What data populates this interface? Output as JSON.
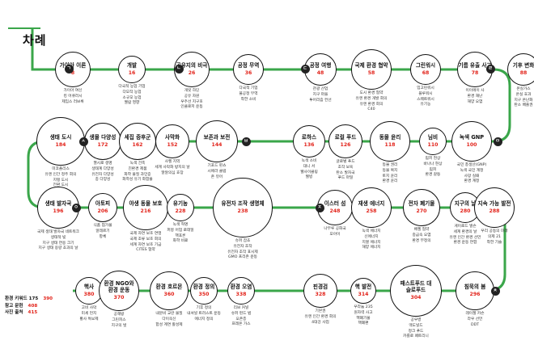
{
  "page_title": "차례",
  "colors": {
    "line": "#3aa64a",
    "page": "#e2231a",
    "badge": "#222222"
  },
  "badges": [
    {
      "label": "ㄱ"
    },
    {
      "label": "ㄴ"
    },
    {
      "label": "ㄷ"
    },
    {
      "label": "ㄹ"
    },
    {
      "label": "ㅁ"
    },
    {
      "label": "ㅂ"
    },
    {
      "label": "ㅅ"
    },
    {
      "label": "ㅇ"
    },
    {
      "label": "ㅈ"
    },
    {
      "label": "ㅊ"
    }
  ],
  "topics": [
    {
      "title": "가이아 이론",
      "page": "8",
      "subs": "가이아 여신\n킹 어큐러시\n제임스 러브록"
    },
    {
      "title": "개발",
      "page": "16",
      "subs": "다국적 농업 기업\n다모작 농업\n소규모 농업\n멜람 영향"
    },
    {
      "title": "공유지의 비극",
      "page": "26",
      "subs": "개릿 하딘\n공유 자원\n우주선 지구호\n인클로저 운동"
    },
    {
      "title": "공정 무역",
      "page": "36",
      "subs": "다국적 기업\n불공정 무역\n착한 소비"
    },
    {
      "title": "공정 여행",
      "page": "48",
      "subs": "관광 산업\n지구 마을\n투어리즘 컨선"
    },
    {
      "title": "국제 환경 협약",
      "page": "58",
      "subs": "도시 환경 협약\n유엔 환경 개발 회의\n유엔 환경 회의\nC40"
    },
    {
      "title": "그린워시",
      "page": "68",
      "subs": "입고린워시\n블루워시\n스웨트워시\n유기농"
    },
    {
      "title": "기름 유출 사고",
      "page": "78",
      "subs": "이이에이 사\n환경 재난\n해양 오염"
    },
    {
      "title": "기후 변화",
      "page": "88",
      "subs": "온실가스\n온실 효과\n지구 온난화\n탄소 배출권"
    },
    {
      "title": "생태 도시",
      "page": "184",
      "subs": "미코폴리스\n유엔 인간 정주 회의\n지탱 도시\n전환 도시"
    },
    {
      "title": "생물 다양성",
      "page": "172",
      "subs": "멸시로 생명\n생태계 다양성\n유전자 다양성\n종 다양성"
    },
    {
      "title": "세집 증후군",
      "page": "162",
      "subs": "녹색 건축\n친환경 제품\n화학 물질 과민증\n화학성 유기 화합물"
    },
    {
      "title": "사막화",
      "page": "152",
      "subs": "사헬 지역\n세계 사막화 방지의 날\n말알의심 효장"
    },
    {
      "title": "보존과 보전",
      "page": "144",
      "subs": "기포드 핀쇼\n시에라 클럽\n존 뮤어"
    },
    {
      "title": "로하스",
      "page": "136",
      "subs": "녹색 소비\n대니 서\n웰사이클링\n웰빙"
    },
    {
      "title": "로컬 푸드",
      "page": "126",
      "subs": "글로벌 푸드\n조작 보육\n탄소 발자국\n푸드 마일"
    },
    {
      "title": "동물 윤리",
      "page": "118",
      "subs": "동물 권리\n동물 복지\n토지 윤리\n환경 윤리"
    },
    {
      "title": "님비",
      "page": "110",
      "subs": "핌피 현상\n바나나 현상\n핌피\n환경 갈등"
    },
    {
      "title": "녹색 GNP",
      "page": "100",
      "subs": "국민 총생산(GNP)\n녹색 국민 계정\n사망 실패\n환경 계정"
    },
    {
      "title": "생태 발자국",
      "page": "196",
      "subs": "국제 생태 발자국 네트워크\n생태적 빚\n지구 생태 연용 크기\n지구 생태 용량 초과의 날"
    },
    {
      "title": "아토피",
      "page": "206",
      "subs": "식품 첨가물\n알레르기\n항체"
    },
    {
      "title": "야생 동물 보호",
      "page": "216",
      "subs": "국제 자연 보호 연맹\n국제 조류 보호 회의\n세계 자연 보호 기금\nCITES 협약"
    },
    {
      "title": "유기농",
      "page": "228",
      "subs": "녹색 혁명\n퍼몽 어업 로데일\n핵포론\n화학 비료"
    },
    {
      "title": "유전자 조작 생명체",
      "page": "238",
      "subs": "슈퍼 잡초\n유전자 조작\n유전자 조작 표시제\nGMO 프리존 운동"
    },
    {
      "title": "이스터 섬",
      "page": "248",
      "subs": "나무루 공화국\n모아이"
    },
    {
      "title": "재생 에너지",
      "page": "258",
      "subs": "녹색 에너지\n신에너지\n지열 에너지\n해양 에너지"
    },
    {
      "title": "전자 폐기물",
      "page": "270",
      "subs": "배젤 협약\n중금속 오염\n환경 부정의"
    },
    {
      "title": "지구의 날",
      "page": "280",
      "subs": "게이로드 넬슨\n세계 환경의 날\n유엔 인간 환경 선언\n환경 운동 연합"
    },
    {
      "title": "지속 가능 발전",
      "page": "288",
      "subs": "우리 공동의 미래\n의제 21\n착한 기술"
    },
    {
      "title": "핵사",
      "page": "380",
      "subs": "고비 사막\n미세 먼지\n황사 특보제"
    },
    {
      "title": "환경 NGO와\n환경 운동",
      "page": "370",
      "subs": "공해방\n그린피스\n지구의 벗"
    },
    {
      "title": "환경 호르몬",
      "page": "360",
      "subs": "내분비 교란 물질\n다이옥신\n합성 계면 활성제"
    },
    {
      "title": "환경 정의",
      "page": "350",
      "subs": "기후 정의\n내셔널 트러스트 운동\n에너지 정의"
    },
    {
      "title": "환경 오염",
      "page": "338",
      "subs": "리브 커널\n슈퍼 펀드 법\n오존층\n프레온 가스"
    },
    {
      "title": "핀경검",
      "page": "328",
      "subs": "기본권\n유엔 인간 환경 회의\n4대강 사업"
    },
    {
      "title": "핵 발전",
      "page": "314",
      "subs": "우라늄 235\n원자력 사고\n핵폐기물\n핵폐편"
    },
    {
      "title": "패스트푸드 대\n슬로푸드",
      "page": "304",
      "subs": "공우병\n맥도널드\n정크 푸드\n카를로 페트리니"
    },
    {
      "title": "침묵의 봄",
      "page": "296",
      "subs": "레이첼 카슨\n라우 선언\nDDT"
    }
  ],
  "legend": [
    {
      "label": "환경 키워드 175",
      "value": "390"
    },
    {
      "label": "참고 문헌",
      "value": "408"
    },
    {
      "label": "사진 출처",
      "value": "415"
    }
  ]
}
